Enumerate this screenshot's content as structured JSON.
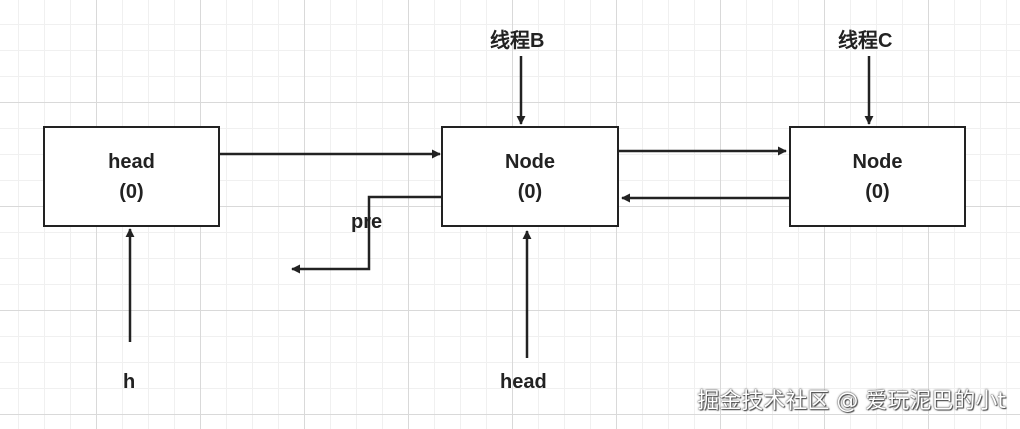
{
  "nodes": [
    {
      "title": "head",
      "value": "(0)"
    },
    {
      "title": "Node",
      "value": "(0)"
    },
    {
      "title": "Node",
      "value": "(0)"
    }
  ],
  "labels": {
    "thread_b": "线程B",
    "thread_c": "线程C",
    "pre": "pre",
    "h": "h",
    "head": "head"
  },
  "watermark": "掘金技术社区 @ 爱玩泥巴的小t"
}
